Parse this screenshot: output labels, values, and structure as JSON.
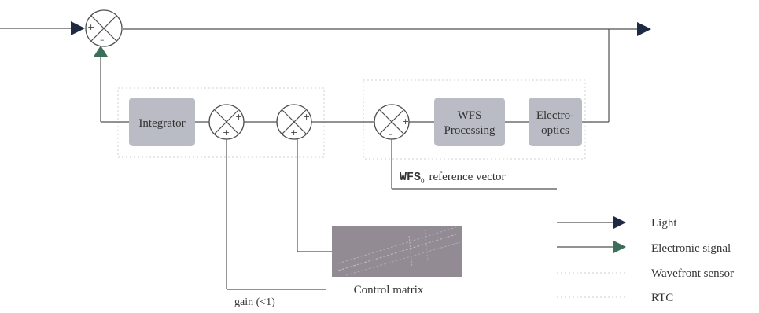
{
  "blocks": {
    "integrator": "Integrator",
    "wfs_processing": [
      "WFS",
      "Processing"
    ],
    "electro_optics": [
      "Electro-",
      "optics"
    ],
    "control_matrix": "Control matrix"
  },
  "annotations": {
    "wfs_ref_prefix": "WFS",
    "wfs_ref_subscript": "0",
    "wfs_ref_suffix": "reference vector",
    "gain": "gain (<1)"
  },
  "signs": {
    "plus": "+",
    "minus": "–"
  },
  "legend": [
    {
      "label": "Light",
      "kind": "arrow",
      "color": "#1e2a44"
    },
    {
      "label": "Electronic signal",
      "kind": "arrow",
      "color": "#3c6e5a"
    },
    {
      "label": "Wavefront sensor",
      "kind": "dashed",
      "color": "#cfcfcf"
    },
    {
      "label": "RTC",
      "kind": "dashed",
      "color": "#cfcfcf"
    }
  ],
  "colors": {
    "block_fill": "#b9bcc4",
    "light_arrow": "#1e2a44",
    "signal_arrow": "#3c6e5a",
    "line": "#505050",
    "region_border": "#d2d2d2"
  }
}
